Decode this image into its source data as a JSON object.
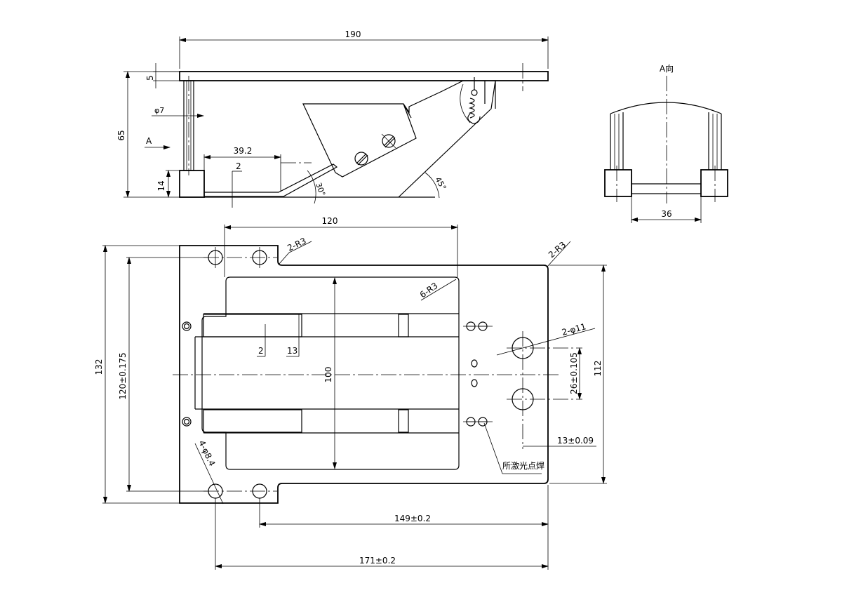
{
  "side_view": {
    "overall_length": "190",
    "plate_thickness": "5",
    "pin_diameter": "φ7",
    "overall_height": "65",
    "view_arrow": "A",
    "foot_length": "39.2",
    "lip_height": "2",
    "block_height": "14",
    "angle_1": "30°",
    "angle_2": "45°"
  },
  "view_a": {
    "title": "A向",
    "width": "36"
  },
  "plan_view": {
    "hole_spacing_top": "120",
    "corner_radius_left": "2-R3",
    "corner_radius_right": "2-R3",
    "inner_radius": "6-R3",
    "overall_height": "132",
    "hole_pitch_vertical": "120±0.175",
    "slot_offset": "2",
    "slot_width": "13",
    "channel_width": "100",
    "large_holes": "2-φ11",
    "large_hole_pitch": "26±0.105",
    "right_height": "112",
    "hole_edge_offset": "13±0.09",
    "weld_note": "所激光点焊",
    "mount_holes": "4-φ8.4",
    "dim_149": "149±0.2",
    "dim_171": "171±0.2"
  }
}
